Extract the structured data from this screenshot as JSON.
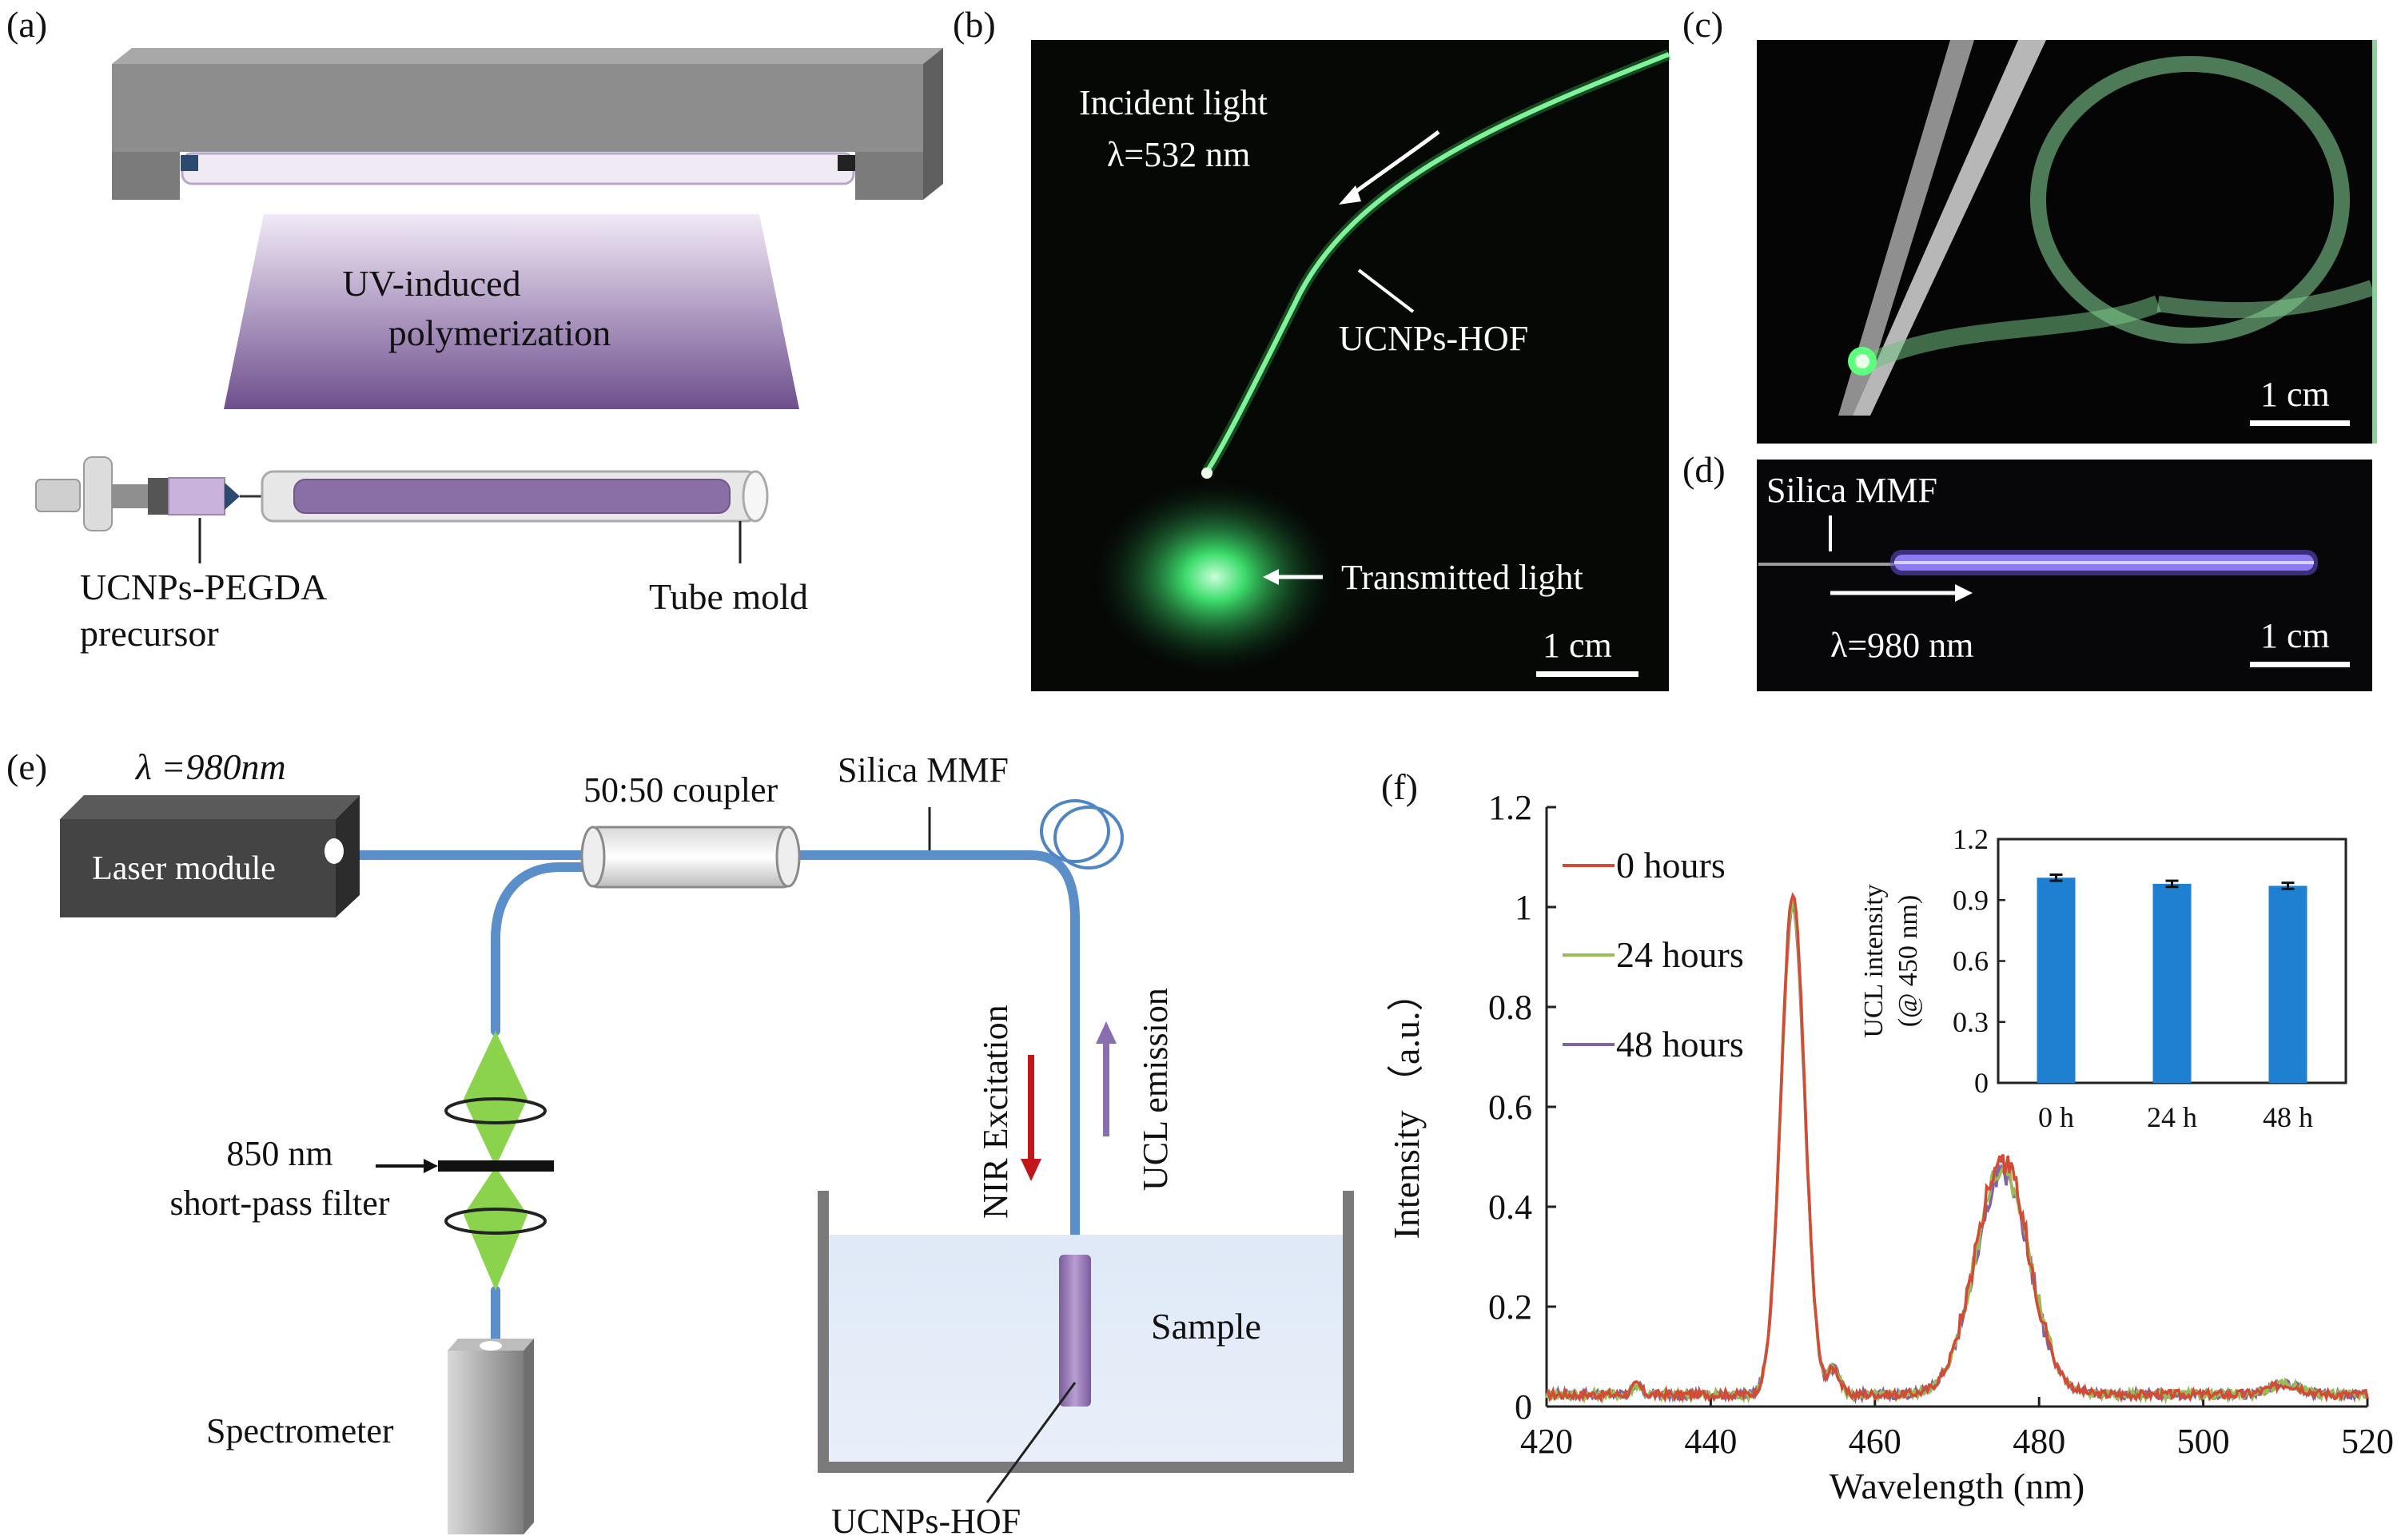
{
  "panel_letters": {
    "a": "(a)",
    "b": "(b)",
    "c": "(c)",
    "d": "(d)",
    "e": "(e)",
    "f": "(f)"
  },
  "panel_a": {
    "uv_line1": "UV-induced",
    "uv_line2": "polymerization",
    "precursor_line1": "UCNPs-PEGDA",
    "precursor_line2": "precursor",
    "tube_mold": "Tube mold"
  },
  "panel_b": {
    "incident_line1": "Incident light",
    "incident_line2": "λ=532 nm",
    "fiber_label": "UCNPs-HOF",
    "transmitted": "Transmitted light",
    "scale": "1 cm"
  },
  "panel_c": {
    "scale": "1 cm"
  },
  "panel_d": {
    "fiber_label": "Silica MMF",
    "wavelength": "λ=980 nm",
    "scale": "1 cm"
  },
  "panel_e": {
    "laser_wavelength": "λ =980nm",
    "laser_module": "Laser module",
    "coupler": "50:50 coupler",
    "silica_mmf": "Silica MMF",
    "nir_excitation": "NIR Excitation",
    "ucl_emission": "UCL emission",
    "filter_line1": "850 nm",
    "filter_line2": "short-pass filter",
    "spectrometer": "Spectrometer",
    "sample": "Sample",
    "fiber_label": "UCNPs-HOF"
  },
  "colors": {
    "fiber_blue": "#5b8fc9",
    "uv_purple": "#7d5b9c",
    "laser_green": "#41d66a",
    "red_arrow": "#c0161c",
    "purple_arrow": "#8a6fb0",
    "bar_blue": "#1f7fd0"
  },
  "chart_data": [
    {
      "type": "line",
      "xlabel": "Wavelength (nm)",
      "ylabel": "Intensity （a.u.）",
      "xlim": [
        420,
        520
      ],
      "ylim": [
        0,
        1.2
      ],
      "xticks": [
        "420",
        "440",
        "460",
        "480",
        "500",
        "520"
      ],
      "yticks": [
        "0",
        "0.2",
        "0.4",
        "0.6",
        "0.8",
        "1",
        "1.2"
      ],
      "legend_position": "top-left",
      "series": [
        {
          "name": "0 hours",
          "color": "#d24b34",
          "peak1": 1.0,
          "peak2": 0.47
        },
        {
          "name": "24 hours",
          "color": "#9bbb59",
          "peak1": 0.985,
          "peak2": 0.455
        },
        {
          "name": "48 hours",
          "color": "#8064a2",
          "peak1": 0.975,
          "peak2": 0.445
        }
      ]
    },
    {
      "type": "bar",
      "categories": [
        "0 h",
        "24 h",
        "48 h"
      ],
      "values": [
        1.01,
        0.98,
        0.97
      ],
      "errors": [
        0.015,
        0.015,
        0.015
      ],
      "ylabel_line1": "UCL intensity",
      "ylabel_line2": "(@ 450 nm)",
      "ylim": [
        0,
        1.2
      ],
      "yticks": [
        "0",
        "0.3",
        "0.6",
        "0.9",
        "1.2"
      ]
    }
  ]
}
